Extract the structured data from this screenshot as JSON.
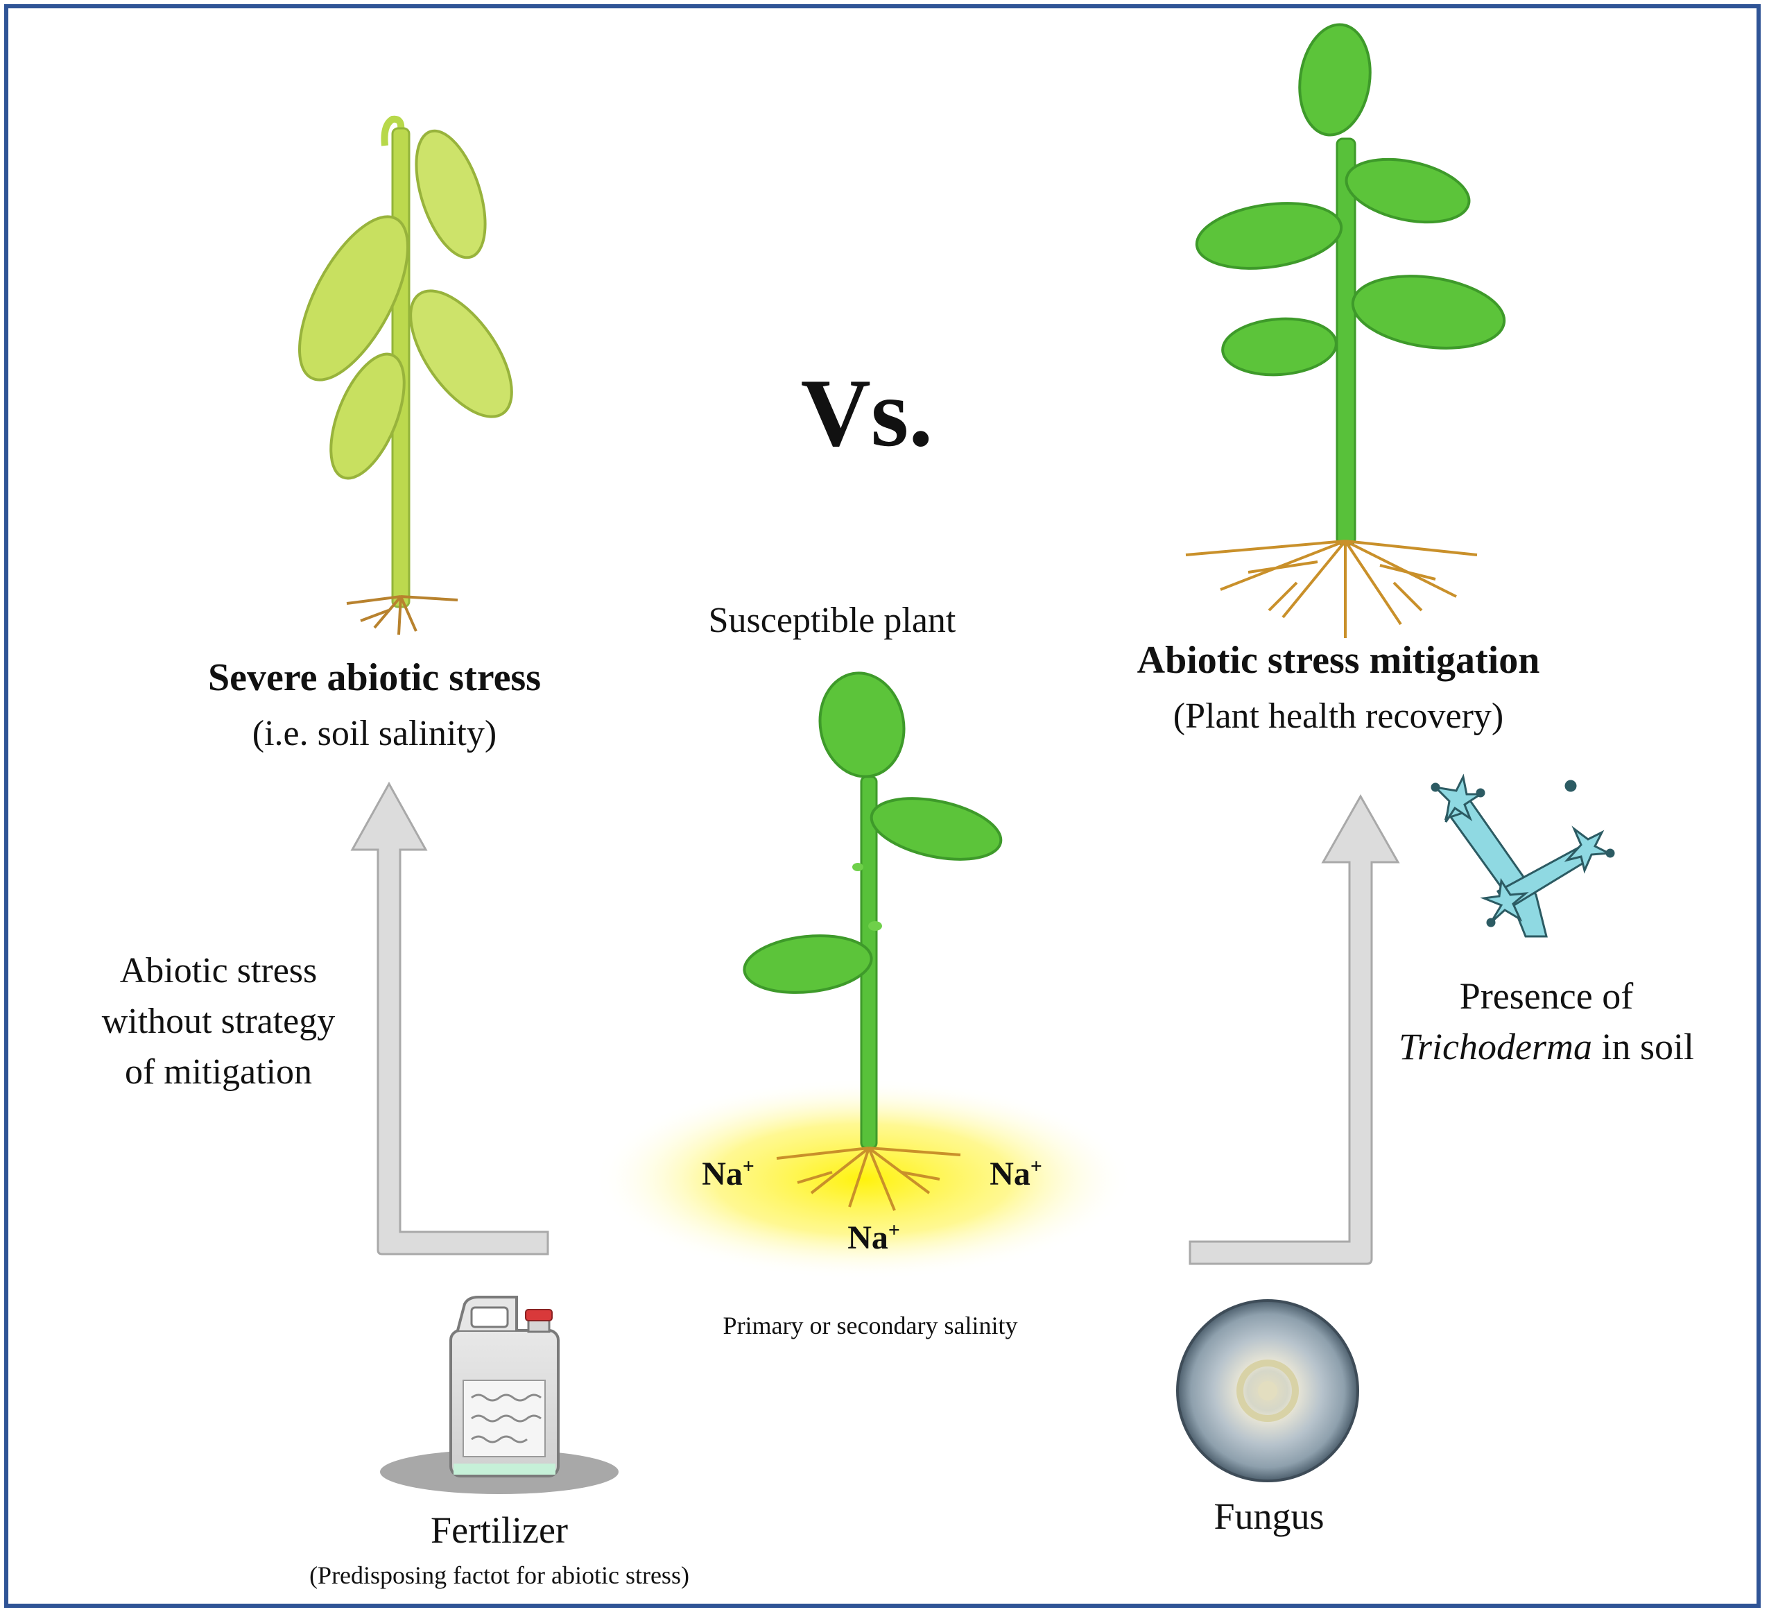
{
  "vs_label": "Vs.",
  "left_outcome": {
    "title": "Severe abiotic stress",
    "subtitle": "(i.e. soil salinity)"
  },
  "right_outcome": {
    "title": "Abiotic stress mitigation",
    "subtitle": "(Plant health recovery)"
  },
  "center": {
    "plant_label": "Susceptible plant",
    "ion_symbol": "Na",
    "ion_charge": "+",
    "salinity_label": "Primary or secondary salinity"
  },
  "left_path": {
    "line1": "Abiotic stress",
    "line2": "without strategy",
    "line3": "of mitigation"
  },
  "right_path": {
    "line1": "Presence of",
    "line2_italic": "Trichoderma",
    "line2_rest": " in soil"
  },
  "fertilizer": {
    "label": "Fertilizer",
    "note": "(Predisposing factot for abiotic stress)"
  },
  "fungus": {
    "label": "Fungus"
  },
  "colors": {
    "frame": "#2f5496",
    "healthy_leaf": "#5cc43a",
    "stressed_leaf": "#c8e060",
    "stem": "#4cbb2c",
    "root": "#c9902a",
    "arrow_fill": "#dcdcdc",
    "arrow_stroke": "#a9a9a9",
    "salinity_glow": "#fff200",
    "trichoderma": "#8fd9e2"
  }
}
